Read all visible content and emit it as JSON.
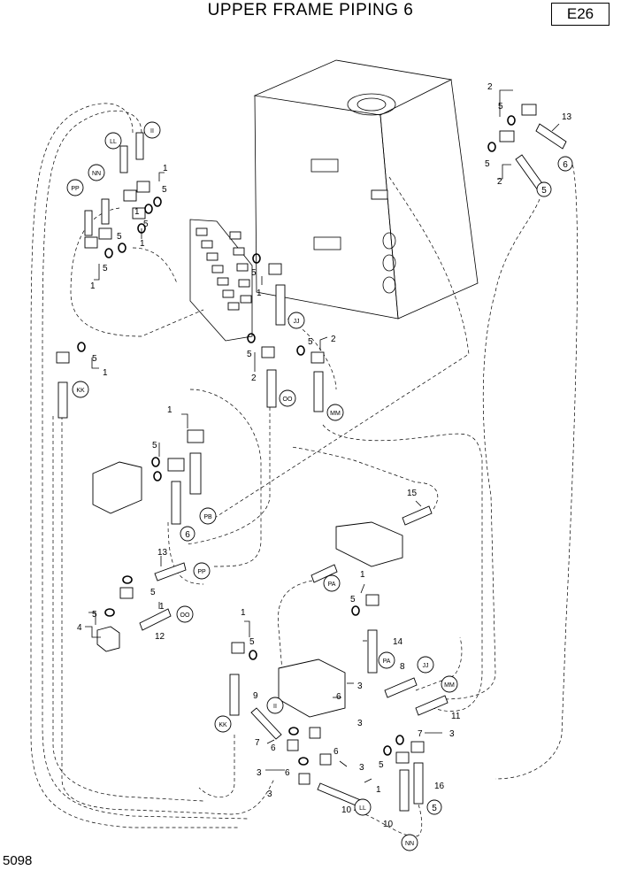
{
  "header": {
    "title": "UPPER FRAME PIPING 6",
    "code": "E26"
  },
  "footer": {
    "page_number": "5098"
  },
  "part_numbers": [
    "1",
    "2",
    "3",
    "4",
    "5",
    "6",
    "7",
    "8",
    "9",
    "10",
    "11",
    "12",
    "13",
    "14",
    "15",
    "16"
  ],
  "connection_tags": [
    "LL",
    "II",
    "NN",
    "PP",
    "JJ",
    "OO",
    "MM",
    "KK",
    "PB",
    "PA"
  ]
}
